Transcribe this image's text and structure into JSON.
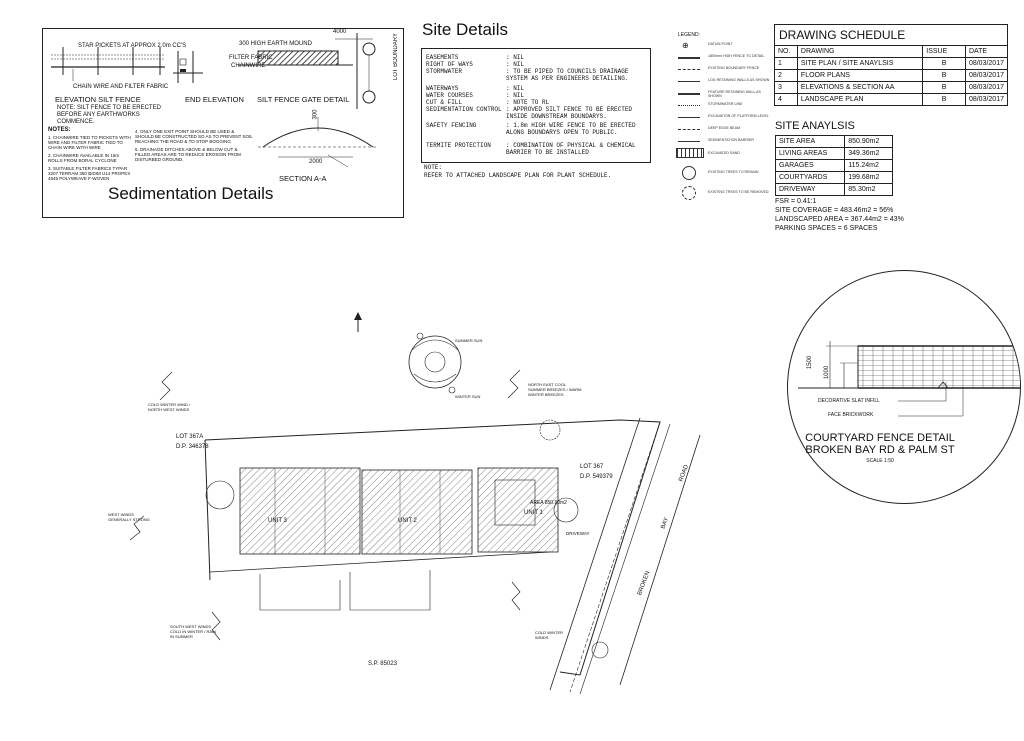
{
  "sedimentation": {
    "title": "Sedimentation Details",
    "star_pickets": "STAR PICKETS AT APPROX 2.0m CC'S",
    "earth_mound": "300 HIGH EARTH MOUND",
    "dim_4000": "4000",
    "lot_boundary": "LOT BOUNDARY",
    "filter_fabric": "FILTER FABRIC",
    "chainwire": "CHAINWIRE",
    "chain_wire_fabric": "CHAIN WIRE AND FILTER FABRIC",
    "elevation_label": "ELEVATION SILT FENCE",
    "end_elevation_label": "END ELEVATION",
    "gate_detail_label": "SILT FENCE GATE DETAIL",
    "erect_note": "NOTE: SILT FENCE TO BE ERECTED BEFORE ANY EARTHWORKS COMMENCE.",
    "dim_2000": "2000",
    "dim_300": "300",
    "section_label": "SECTION A-A",
    "notes_heading": "NOTES:",
    "notes_left": [
      "1. CHAINWIRE TIED TO PICKETS WITH WIRE AND FILTER FABRIC TIED TO CHAIN WIRE WITH WIRE",
      "2. CHAINWIRE AVAILABLE IN 15m ROLLS FROM BORAL CYCLONE",
      "3. SUITABLE FILTER FABRICS TYPAR 3207 TERRAM 350 BIDIM U14 PROPEX 4545 POLYWEAVE F-WOVEN"
    ],
    "notes_right": [
      "4. ONLY ONE EXIT POINT SHOULD BE USED & SHOULD BE CONSTRUCTED SO AS TO PREVENT SOIL REACHING THE ROAD & TO STOP BOGGING",
      "5. DRAINAGE DITCHES ABOVE & BELOW CUT & FILLED AREAS ARE TO REDUCE EROSION FROM DISTURBED GROUND."
    ]
  },
  "site_details": {
    "title": "Site Details",
    "rows": [
      {
        "k": "EASEMENTS",
        "v": ": NIL"
      },
      {
        "k": "RIGHT OF WAYS",
        "v": ": NIL"
      },
      {
        "k": "STORMWATER",
        "v": ": TO BE PIPED TO COUNCILS DRAINAGE SYSTEM AS PER ENGINEERS DETAILING."
      },
      {
        "k": "WATERWAYS",
        "v": ": NIL"
      },
      {
        "k": "WATER COURSES",
        "v": ": NIL"
      },
      {
        "k": "CUT & FILL",
        "v": ": NOTE TO RL"
      },
      {
        "k": "SEDIMENTATION CONTROL",
        "v": ": APPROVED SILT FENCE TO BE ERECTED INSIDE DOWNSTREAM BOUNDARYS."
      },
      {
        "k": "SAFETY FENCING",
        "v": ": 1.8m HIGH WIRE FENCE TO BE ERECTED ALONG BOUNDARYS OPEN TO PUBLIC."
      },
      {
        "k": "TERMITE PROTECTION",
        "v": ": COMBINATION OF PHYSICAL & CHEMICAL BARRIER TO BE INSTALLED"
      }
    ],
    "note_heading": "NOTE:",
    "note_text": "REFER TO ATTACHED LANDSCAPE PLAN FOR PLANT SCHEDULE."
  },
  "legend": {
    "title": "LEGEND:",
    "items": [
      "DATUM POINT",
      "1800mm HIGH FENCE TO DETAIL",
      "EXISTING BOUNDARY FENCE",
      "LOG RETAINING WALLS AS SHOWN",
      "FEATURE RETAINING WALL AS SHOWN",
      "STORMWATER LINE",
      "EXCAVATION OF PLATFORM LEVEL",
      "DEEP EDGE BEAM",
      "SEDIMENTATION BARRIER",
      "EXCAVATED SAND",
      "EXISTING TREES TO REMAIN",
      "EXISTING TREES TO BE REMOVED"
    ]
  },
  "drawing_schedule": {
    "title": "DRAWING SCHEDULE",
    "headers": [
      "NO.",
      "DRAWING",
      "ISSUE",
      "DATE"
    ],
    "rows": [
      [
        "1",
        "SITE PLAN / SITE ANAYLSIS",
        "B",
        "08/03/2017"
      ],
      [
        "2",
        "FLOOR PLANS",
        "B",
        "08/03/2017"
      ],
      [
        "3",
        "ELEVATIONS & SECTION AA",
        "B",
        "08/03/2017"
      ],
      [
        "4",
        "LANDSCAPE PLAN",
        "B",
        "08/03/2017"
      ]
    ]
  },
  "site_analysis": {
    "title": "SITE ANAYLSIS",
    "rows": [
      [
        "SITE AREA",
        "850.90m2"
      ],
      [
        "LIVING AREAS",
        "349.36m2"
      ],
      [
        "GARAGES",
        "115.24m2"
      ],
      [
        "COURTYARDS",
        "199.68m2"
      ],
      [
        "DRIVEWAY",
        "85.30m2"
      ]
    ],
    "notes": [
      "FSR = 0.41:1",
      "SITE COVERAGE = 483.46m2 = 56%",
      "LANDSCAPED AREA = 367.44m2 = 43%",
      "PARKING SPACES = 6 SPACES"
    ]
  },
  "fence_detail": {
    "title_line1": "COURTYARD FENCE DETAIL",
    "title_line2": "BROKEN BAY RD & PALM ST",
    "scale": "SCALE 1:50",
    "dim_1500": "1500",
    "dim_1000": "1000",
    "slat_label": "DECORATIVE SLAT INFILL",
    "brick_label": "FACE BRICKWORK"
  },
  "site_plan": {
    "lot_367a": "LOT 367A",
    "dp_1": "D.P. 346378",
    "lot_367": "LOT 367",
    "dp_2": "D.P. 549379",
    "sp": "S.P. 85023",
    "unit3": "UNIT 3",
    "unit2": "UNIT 2",
    "unit1": "UNIT 1",
    "area": "AREA 850.90m2",
    "driveway": "DRIVEWAY",
    "road_1": "ROAD",
    "road_2": "BAY",
    "road_3": "BROKEN",
    "wind_note1": "COLD WINTER WIND / NORTH WEST WINDS",
    "wind_note2": "NORTH EAST COOL SUMMER BREEZES / WARM WINTER BREEZES",
    "wind_note3": "WEST WINDS GENERALLY STRONG",
    "wind_note4": "SOUTH WEST WINDS COLD IN WINTER / RAIN IN SUMMER",
    "wind_note5": "COLD WINTER WINDS",
    "summer_sun": "SUMMER SUN",
    "winter_sun": "WINTER SUN"
  }
}
